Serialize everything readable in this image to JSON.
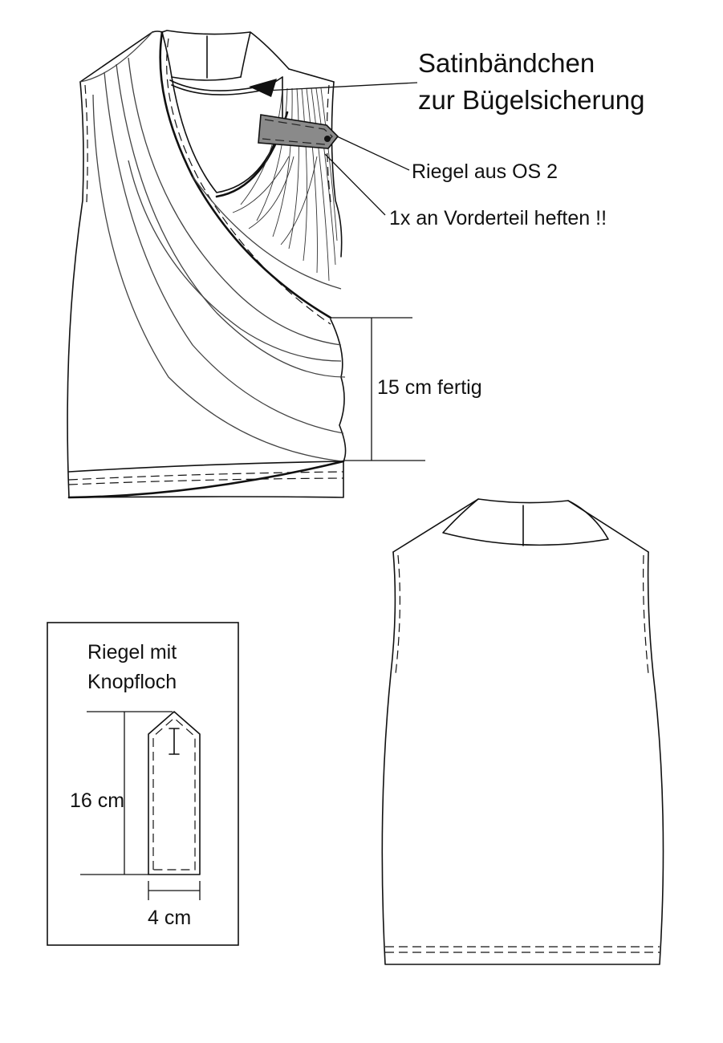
{
  "labels": {
    "satin_line1": "Satinbändchen",
    "satin_line2": "zur Bügelsicherung",
    "riegel_os": "Riegel aus OS 2",
    "heften": "1x an Vorderteil heften !!",
    "fertig": "15 cm fertig",
    "box_title_line1": "Riegel mit",
    "box_title_line2": "Knopfloch",
    "length": "16 cm",
    "width": "4 cm"
  },
  "colors": {
    "ink": "#111111",
    "tab_fill": "#8a8a8a"
  }
}
